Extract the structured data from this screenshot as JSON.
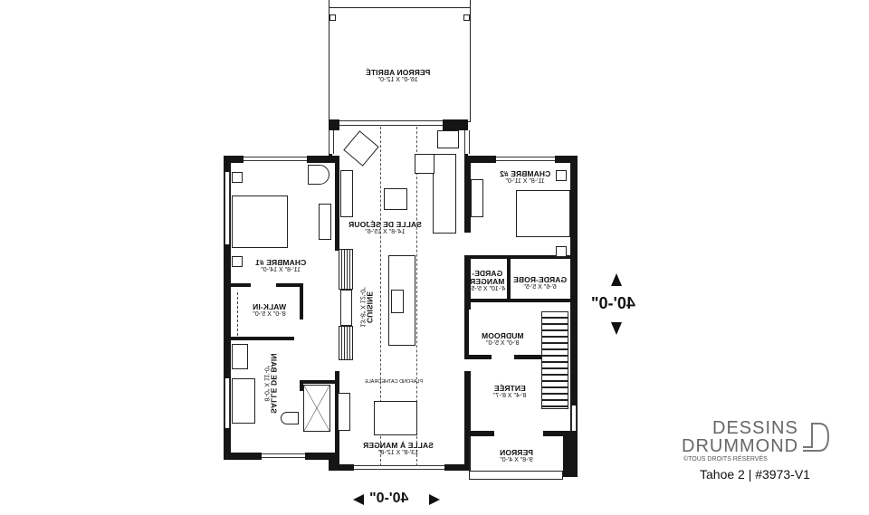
{
  "plan": {
    "title": "Tahoe 2 | #3973-V1",
    "mirrored": true,
    "rooms": [
      {
        "id": "perron-abrite",
        "name": "PERRON ABRITÉ",
        "dims": "16'-0\" X 12'-0\""
      },
      {
        "id": "salle-de-sejour",
        "name": "SALLE DE SÉJOUR",
        "dims": "14'-8\" X 15'-6\""
      },
      {
        "id": "chambre-2",
        "name": "CHAMBRE #2",
        "dims": "11'-8\" X 11'-0\""
      },
      {
        "id": "chambre-1",
        "name": "CHAMBRE #1",
        "dims": "11'-8\" X 14'-0\""
      },
      {
        "id": "walk-in",
        "name": "WALK-IN",
        "dims": "8'-0\" X 5'-0\""
      },
      {
        "id": "garde-manger",
        "name_line1": "GARDE-",
        "name_line2": "MANGER",
        "dims": "4'-10\" X 5'-5\""
      },
      {
        "id": "garde-robe",
        "name": "GARDE-ROBE",
        "dims": "6'-6\" X 5'-5\""
      },
      {
        "id": "cuisine",
        "name": "CUISINE",
        "dims": "13'-8\" X 12'-0\""
      },
      {
        "id": "mudroom",
        "name": "MUDROOM",
        "dims": "8'-0\" X 5'-0\""
      },
      {
        "id": "salle-de-bain",
        "name": "SALLE DE BAIN",
        "dims": "8'-0\" X 11'-0\""
      },
      {
        "id": "entree",
        "name": "ENTRÉE",
        "dims": "8'-4\" X 8'-7\""
      },
      {
        "id": "salle-a-manger",
        "name": "SALLE À MANGER",
        "dims": "13'-8\" X 12'-8\""
      },
      {
        "id": "perron",
        "name": "PERRON",
        "dims": "9'-8\" X 4'-0\""
      }
    ],
    "annotations": {
      "plafond": "PLAFOND CATHÉDRALE"
    },
    "dimensions": {
      "width": "40'-0\"",
      "depth": "40'-0\""
    }
  },
  "branding": {
    "line1": "DESSINS",
    "line2": "DRUMMOND",
    "copyright": "©TOUS DROITS RÉSERVÉS",
    "plan_id": "Tahoe 2 | #3973-V1"
  }
}
